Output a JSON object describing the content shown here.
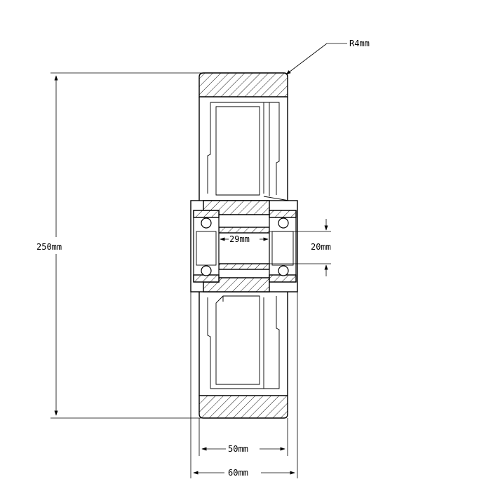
{
  "drawing": {
    "line_color": "#000000",
    "background_color": "#ffffff",
    "dimensions": {
      "radius": "R4mm",
      "overall_diameter": "250mm",
      "inner_spacer": "29mm",
      "bore": "20mm",
      "tread_width": "50mm",
      "overall_width": "60mm"
    }
  }
}
